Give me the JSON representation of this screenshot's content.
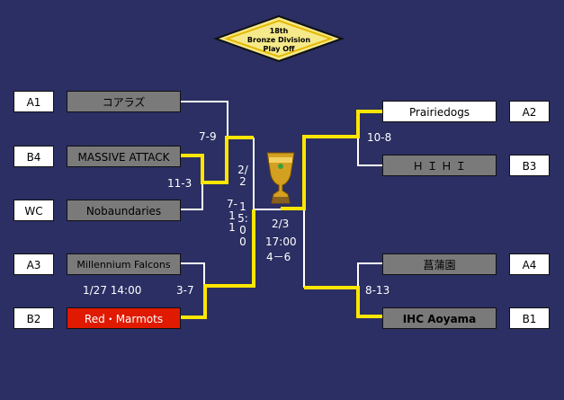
{
  "title": {
    "line1": "18th",
    "line2": "Bronze Division",
    "line3": "Play Off"
  },
  "left": [
    {
      "seed": "A1",
      "team": "コアラズ"
    },
    {
      "seed": "B4",
      "team": "MASSIVE ATTACK"
    },
    {
      "seed": "WC",
      "team": "Nobaundaries"
    },
    {
      "seed": "A3",
      "team": "Millennium Falcons"
    },
    {
      "seed": "B2",
      "team": "Red・Marmots"
    }
  ],
  "right": [
    {
      "seed": "A2",
      "team": "Prairiedogs"
    },
    {
      "seed": "B3",
      "team": "Ｈ Ｉ Ｈ Ｉ"
    },
    {
      "seed": "A4",
      "team": "菖蒲園"
    },
    {
      "seed": "B1",
      "team": "IHC Aoyama"
    }
  ],
  "scores": {
    "a1_b4": "7-9",
    "b4_wc": "11-3",
    "a3_b2": "3-7",
    "a3_b2_date": "1/27 14:00",
    "semi_left_date": "2/2",
    "semi_left_time": "15:00",
    "semi_left_score": "7-11",
    "a2_b3": "10-8",
    "a4_b1": "8-13",
    "final_date": "2/3",
    "final_time": "17:00",
    "final_score": "4－6"
  },
  "colors": {
    "background": "#2b2f63",
    "winner_line": "#ffe600",
    "loser_line": "#ffffff",
    "highlight": "#e01a00"
  }
}
